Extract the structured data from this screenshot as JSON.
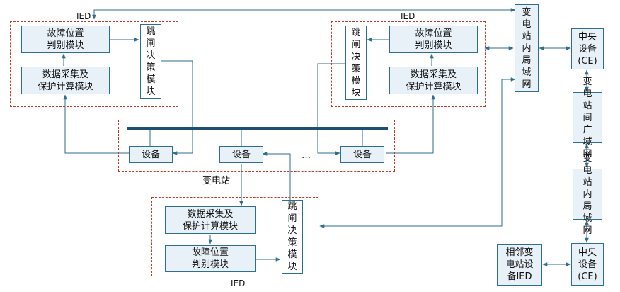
{
  "groups": {
    "ied_top_left": "IED",
    "ied_top_right": "IED",
    "substation": "变电站",
    "ied_bottom": "IED"
  },
  "modules": {
    "fault_location": "故障位置\n判别模块",
    "data_acquisition": "数据采集及\n保护计算模块",
    "trip_decision": "跳\n闸\n决\n策\n模\n块"
  },
  "devices": {
    "device": "设备",
    "ellipsis": "…"
  },
  "networks": {
    "station_lan": "变\n电\n站\n内\n局\n域\n网",
    "inter_station_wan": "变\n电\n站\n间\n广\n域\n网",
    "station_lan_2": "变\n电\n站\n内\n局\n域\n网",
    "central_equipment": "中央\n设备\n(CE)",
    "central_equipment_2": "中央\n设备\n(CE)",
    "neighbor_ied": "相邻变\n电站设\n备IED"
  },
  "colors": {
    "box_border": "#2e6e8e",
    "box_fill": "#e9f1f8",
    "arrow": "#2e6e8e",
    "group_border": "#c0392b",
    "bus": "#1d4f73"
  }
}
